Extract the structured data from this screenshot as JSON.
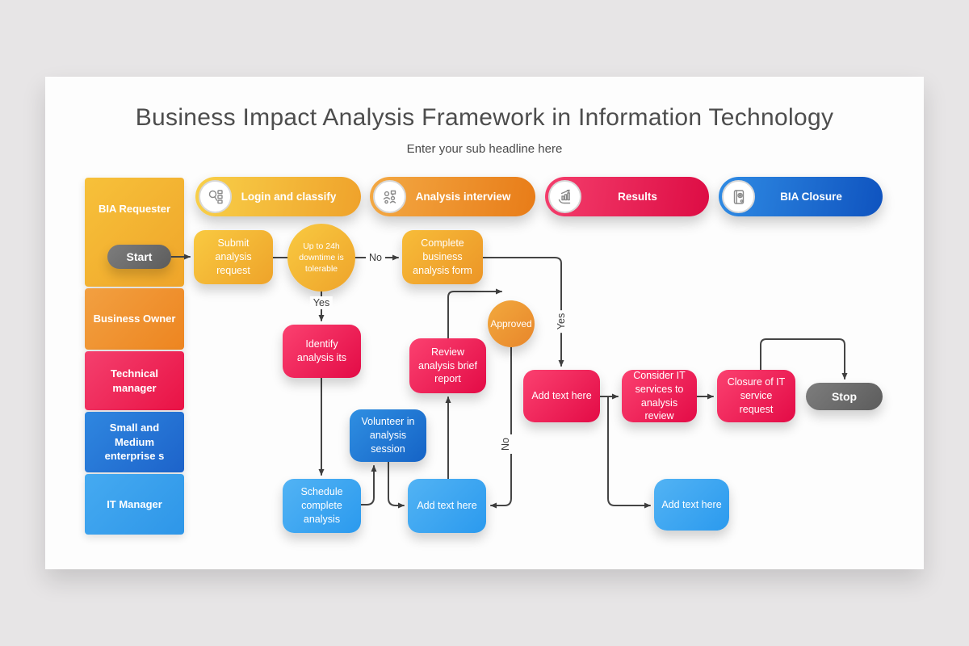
{
  "page": {
    "title": "Business Impact Analysis Framework in Information Technology",
    "subtitle": "Enter your sub headline here"
  },
  "lanes": [
    {
      "label": "BIA Requester",
      "color": "#f3b02f"
    },
    {
      "label": "Business Owner",
      "color": "#f09231"
    },
    {
      "label": "Technical manager",
      "color": "#ef2558"
    },
    {
      "label": "Small and Medium enterprise s",
      "color": "#2678d6"
    },
    {
      "label": "IT Manager",
      "color": "#39a0ec"
    }
  ],
  "stages": [
    {
      "label": "Login and classify",
      "icon": "classify-icon",
      "color": "#f0a62c"
    },
    {
      "label": "Analysis interview",
      "icon": "interview-icon",
      "color": "#ec8220"
    },
    {
      "label": "Results",
      "icon": "results-icon",
      "color": "#e81049"
    },
    {
      "label": "BIA Closure",
      "icon": "closure-icon",
      "color": "#1b64cd"
    }
  ],
  "nodes": {
    "start": {
      "label": "Start",
      "color": "#6e6e6e"
    },
    "submit": {
      "label": "Submit analysis request",
      "color": "#f2b232"
    },
    "downtime": {
      "label": "Up to 24h downtime is tolerable",
      "color": "#f2b232"
    },
    "complete_form": {
      "label": "Complete business analysis form",
      "color": "#f0a62c"
    },
    "identify": {
      "label": "Identify analysis its",
      "color": "#ef2558"
    },
    "review": {
      "label": "Review analysis brief report",
      "color": "#ef2558"
    },
    "approved": {
      "label": "Approved",
      "color": "#ec9730"
    },
    "add_text_red": {
      "label": "Add text here",
      "color": "#ef2558"
    },
    "consider": {
      "label": "Consider IT services to analysis review",
      "color": "#ef2558"
    },
    "closure_request": {
      "label": "Closure of IT service request",
      "color": "#ef2558"
    },
    "stop": {
      "label": "Stop",
      "color": "#6e6e6e"
    },
    "volunteer": {
      "label": "Volunteer in analysis session",
      "color": "#2178d4"
    },
    "schedule": {
      "label": "Schedule complete analysis",
      "color": "#3aa3ee"
    },
    "add_text_mid": {
      "label": "Add text here",
      "color": "#3aa3ee"
    },
    "add_text_right": {
      "label": "Add text here",
      "color": "#3aa3ee"
    }
  },
  "edge_labels": {
    "no_horizontal": "No",
    "yes_horizontal": "Yes",
    "yes_vertical": "Yes",
    "no_vertical": "No"
  }
}
